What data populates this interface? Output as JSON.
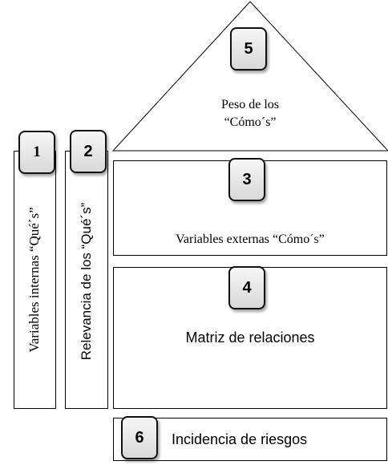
{
  "blocks": {
    "peso_comos": {
      "number": "5",
      "label_line1": "Peso de los",
      "label_line2": "“Cómo´s”"
    },
    "variables_internas": {
      "number": "1",
      "label": "Variables internas “Qué´s”"
    },
    "relevancia_ques": {
      "number": "2",
      "label": "Relevancia de los “Qué´s”"
    },
    "variables_externas": {
      "number": "3",
      "label": "Variables externas “Cómo´s”"
    },
    "matriz_relaciones": {
      "number": "4",
      "label": "Matriz de relaciones"
    },
    "incidencia_riesgos": {
      "number": "6",
      "label": "Incidencia de riesgos"
    }
  }
}
